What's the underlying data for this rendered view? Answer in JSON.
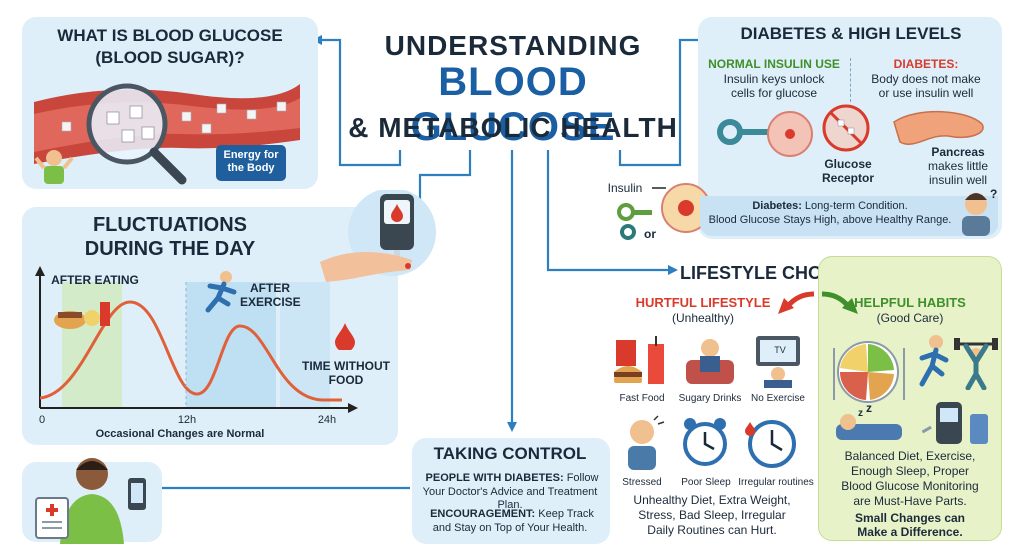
{
  "title": {
    "line1": "UNDERSTANDING",
    "line2": "BLOOD GLUCOSE",
    "line3": "& METABOLIC HEALTH"
  },
  "what_is": {
    "heading_line1": "WHAT IS BLOOD GLUCOSE",
    "heading_line2": "(BLOOD SUGAR)?",
    "energy_label": "Energy for the Body"
  },
  "fluctuations": {
    "heading_line1": "FLUCTUATIONS",
    "heading_line2": "DURING THE DAY",
    "after_eating": "AFTER EATING",
    "after_exercise_line1": "AFTER",
    "after_exercise_line2": "EXERCISE",
    "time_without_food_line1": "TIME WITHOUT",
    "time_without_food_line2": "FOOD",
    "ticks": [
      "0",
      "12h",
      "24h"
    ],
    "caption": "Occasional Changes are Normal"
  },
  "diabetes": {
    "heading": "DIABETES & HIGH LEVELS",
    "normal_title": "NORMAL INSULIN USE",
    "normal_desc_line1": "Insulin keys unlock",
    "normal_desc_line2": "cells for glucose",
    "diabetes_title": "DIABETES:",
    "diabetes_desc_line1": "Body does not make",
    "diabetes_desc_line2": "or use insulin well",
    "glucose_receptor_line1": "Glucose",
    "glucose_receptor_line2": "Receptor",
    "pancreas_line1": "Pancreas",
    "pancreas_line2": "makes little",
    "pancreas_line3": "insulin well",
    "insulin_label": "Insulin",
    "or_label": "or",
    "footer_bold": "Diabetes:",
    "footer_text": " Long-term Condition.",
    "footer_line2": "Blood Glucose Stays High, above Healthy Range."
  },
  "lifestyle": {
    "heading": "LIFESTYLE CHOICES & HABITS",
    "hurtful_title": "HURTFUL LIFESTYLE",
    "hurtful_sub": "(Unhealthy)",
    "hurtful_items": [
      "Fast Food",
      "Sugary Drinks",
      "No Exercise",
      "Stressed",
      "Poor Sleep",
      "Irregular routines"
    ],
    "tv_label": "TV",
    "hurtful_summary_line1": "Unhealthy Diet, Extra Weight,",
    "hurtful_summary_line2": "Stress, Bad Sleep, Irregular",
    "hurtful_summary_line3": "Daily Routines can Hurt.",
    "helpful_title": "HELPFUL HABITS",
    "helpful_sub": "(Good Care)",
    "helpful_summary_line1": "Balanced Diet, Exercise,",
    "helpful_summary_line2": "Enough Sleep, Proper",
    "helpful_summary_line3": "Blood Glucose Monitoring",
    "helpful_summary_line4": "are Must-Have Parts.",
    "helpful_bold_line1": "Small Changes can",
    "helpful_bold_line2": "Make a Difference."
  },
  "taking_control": {
    "heading": "TAKING CONTROL",
    "p1_bold": "PEOPLE WITH DIABETES:",
    "p1_text": " Follow",
    "p1_line2": "Your Doctor's Advice and Treatment Plan.",
    "p2_bold": "ENCOURAGEMENT:",
    "p2_text": " Keep Track",
    "p2_line2": "and Stay on Top of Your Health."
  },
  "colors": {
    "accent_blue": "#2e7fbf",
    "title_blue": "#1a5fa3",
    "red": "#d93a2b",
    "green": "#3f8f2a",
    "panel_blue": "#dfeff9",
    "panel_green": "#e7f2c9",
    "curve": "#e0603a"
  }
}
